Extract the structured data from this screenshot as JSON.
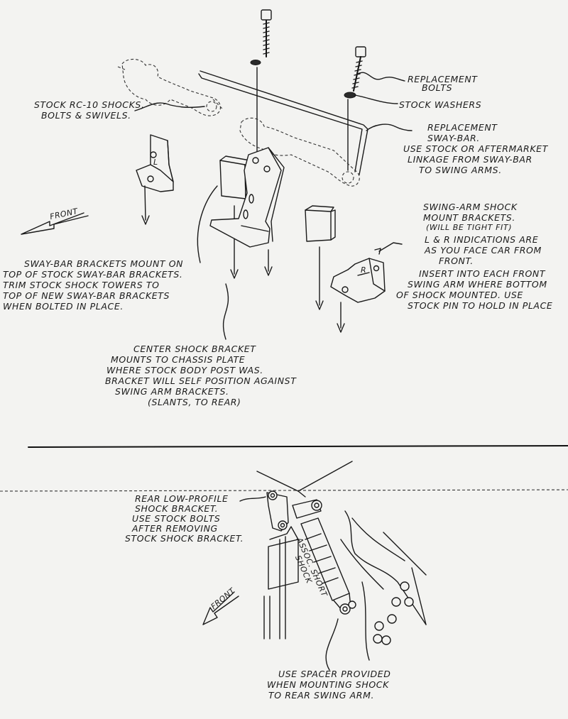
{
  "labels": {
    "stock_shocks": [
      "STOCK RC-10 SHOCKS,",
      "BOLTS & SWIVELS."
    ],
    "replacement_bolts": [
      "REPLACEMENT",
      "BOLTS"
    ],
    "stock_washers": "STOCK WASHERS",
    "replacement_swaybar": [
      "REPLACEMENT",
      "SWAY-BAR.",
      "USE STOCK OR AFTERMARKET",
      "LINKAGE FROM SWAY-BAR",
      "TO SWING ARMS."
    ],
    "front_top": "FRONT",
    "swing_arm_brackets": [
      "SWING-ARM SHOCK",
      "MOUNT BRACKETS."
    ],
    "tight_fit": "(WILL BE TIGHT FIT)",
    "lr_indications": [
      "L & R INDICATIONS ARE",
      "AS YOU FACE CAR FROM",
      "FRONT."
    ],
    "insert_note": [
      "INSERT INTO EACH FRONT",
      "SWING ARM WHERE BOTTOM",
      "OF SHOCK MOUNTED. USE",
      "STOCK PIN TO HOLD IN PLACE"
    ],
    "swaybar_brackets": [
      "SWAY-BAR BRACKETS MOUNT ON",
      "TOP OF STOCK SWAY-BAR BRACKETS.",
      "TRIM STOCK SHOCK TOWERS TO",
      "TOP OF NEW SWAY-BAR BRACKETS",
      "WHEN BOLTED IN PLACE."
    ],
    "center_bracket": [
      "CENTER SHOCK BRACKET",
      "MOUNTS TO CHASSIS PLATE",
      "WHERE STOCK BODY POST WAS.",
      "BRACKET WILL SELF POSITION AGAINST",
      "SWING ARM BRACKETS.",
      "(SLANTS, TO REAR)"
    ],
    "rear_bracket": [
      "REAR LOW-PROFILE",
      "SHOCK BRACKET.",
      "USE STOCK BOLTS",
      "AFTER REMOVING",
      "STOCK SHOCK BRACKET."
    ],
    "front_bottom": "FRONT",
    "shock_body": [
      "ASSOC. SHORT",
      "SHOCK"
    ],
    "spacer_note": [
      "USE SPACER PROVIDED",
      "WHEN MOUNTING SHOCK",
      "TO REAR SWING ARM."
    ],
    "bracket_mark_l": "L",
    "bracket_mark_r": "R"
  }
}
